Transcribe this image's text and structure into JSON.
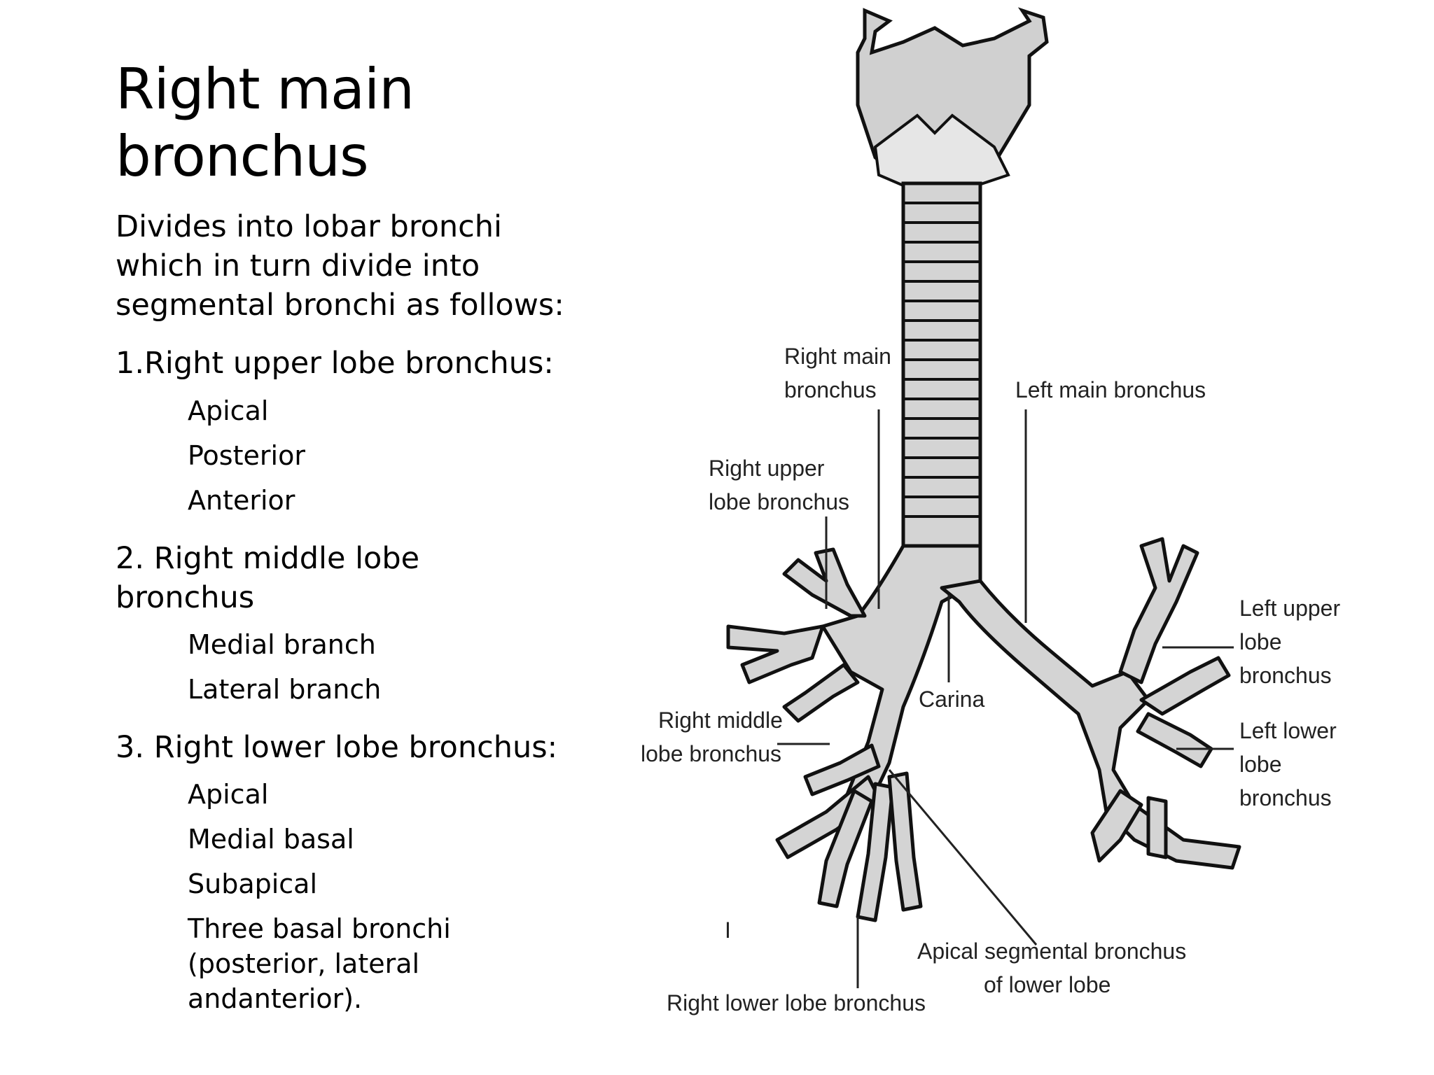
{
  "slide": {
    "title": "Right main bronchus",
    "intro": "Divides into lobar bronchi which in turn divide into segmental bronchi as follows:",
    "sections": [
      {
        "heading": "1.Right upper lobe bronchus:",
        "items": [
          "Apical",
          "Posterior",
          "Anterior"
        ]
      },
      {
        "heading": "2. Right middle lobe bronchus",
        "items": [
          "Medial branch",
          "Lateral branch"
        ]
      },
      {
        "heading": "3. Right lower lobe bronchus:",
        "items": [
          "Apical",
          "Medial basal",
          "Subapical",
          "Three basal bronchi (posterior, lateral andanterior)."
        ]
      }
    ]
  },
  "diagram": {
    "labels": {
      "right_main_1": "Right main",
      "right_main_2": "bronchus",
      "left_main": "Left main bronchus",
      "right_upper_1": "Right upper",
      "right_upper_2": "lobe bronchus",
      "left_upper_1": "Left upper",
      "left_upper_2": "lobe",
      "left_upper_3": "bronchus",
      "carina": "Carina",
      "right_middle_1": "Right middle",
      "right_middle_2": "lobe bronchus",
      "left_lower_1": "Left lower",
      "left_lower_2": "lobe",
      "left_lower_3": "bronchus",
      "apical_seg_1": "Apical segmental bronchus",
      "apical_seg_2": "of lower lobe",
      "right_lower": "Right lower lobe bronchus",
      "stray_mark": "I"
    }
  }
}
